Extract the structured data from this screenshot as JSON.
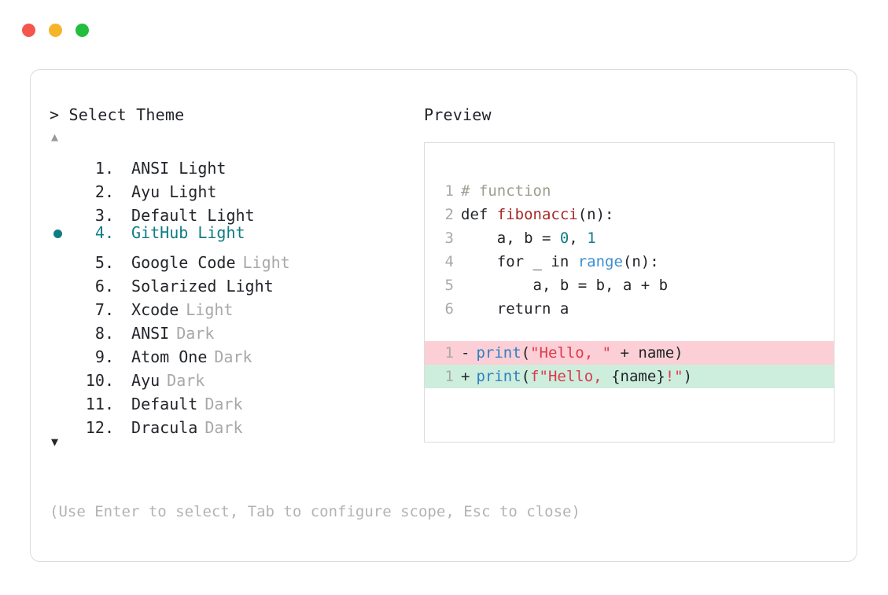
{
  "window": {
    "traffic_lights": [
      {
        "name": "close",
        "color": "#f4564e"
      },
      {
        "name": "minimize",
        "color": "#f6b42b"
      },
      {
        "name": "maximize",
        "color": "#23bd3f"
      }
    ]
  },
  "left_panel": {
    "prompt": "> Select Theme",
    "scroll_up": "▲",
    "scroll_down": "▼",
    "selected_index": 4,
    "items": [
      {
        "index": "1.",
        "name": "ANSI Light",
        "variant": ""
      },
      {
        "index": "2.",
        "name": "Ayu Light",
        "variant": ""
      },
      {
        "index": "3.",
        "name": "Default Light",
        "variant": ""
      },
      {
        "index": "4.",
        "name": "GitHub Light",
        "variant": ""
      },
      {
        "index": "5.",
        "name": "Google Code",
        "variant": "Light"
      },
      {
        "index": "6.",
        "name": "Solarized Light",
        "variant": ""
      },
      {
        "index": "7.",
        "name": "Xcode",
        "variant": "Light"
      },
      {
        "index": "8.",
        "name": "ANSI",
        "variant": "Dark"
      },
      {
        "index": "9.",
        "name": "Atom One",
        "variant": "Dark"
      },
      {
        "index": "10.",
        "name": "Ayu",
        "variant": "Dark"
      },
      {
        "index": "11.",
        "name": "Default",
        "variant": "Dark"
      },
      {
        "index": "12.",
        "name": "Dracula",
        "variant": "Dark"
      }
    ],
    "hint": "(Use Enter to select, Tab to configure scope, Esc to close)"
  },
  "right_panel": {
    "title": "Preview",
    "code_lines": [
      {
        "no": "1",
        "tokens": [
          {
            "t": "# function",
            "c": "comment"
          }
        ]
      },
      {
        "no": "2",
        "tokens": [
          {
            "t": "def ",
            "c": "plain"
          },
          {
            "t": "fibonacci",
            "c": "fn"
          },
          {
            "t": "(n):",
            "c": "plain"
          }
        ]
      },
      {
        "no": "3",
        "tokens": [
          {
            "t": "    a, b = ",
            "c": "plain"
          },
          {
            "t": "0",
            "c": "num"
          },
          {
            "t": ", ",
            "c": "plain"
          },
          {
            "t": "1",
            "c": "num"
          }
        ]
      },
      {
        "no": "4",
        "tokens": [
          {
            "t": "    for _ in ",
            "c": "plain"
          },
          {
            "t": "range",
            "c": "builtin"
          },
          {
            "t": "(n):",
            "c": "plain"
          }
        ]
      },
      {
        "no": "5",
        "tokens": [
          {
            "t": "        a, b = b, a + b",
            "c": "plain"
          }
        ]
      },
      {
        "no": "6",
        "tokens": [
          {
            "t": "    return a",
            "c": "plain"
          }
        ]
      }
    ],
    "diff_lines": [
      {
        "no": "1",
        "sign": "-",
        "kind": "del",
        "tokens": [
          {
            "t": "print",
            "c": "print"
          },
          {
            "t": "(",
            "c": "plain"
          },
          {
            "t": "\"Hello, \"",
            "c": "str"
          },
          {
            "t": " + name)",
            "c": "plain"
          }
        ]
      },
      {
        "no": "1",
        "sign": "+",
        "kind": "add",
        "tokens": [
          {
            "t": "print",
            "c": "print"
          },
          {
            "t": "(",
            "c": "plain"
          },
          {
            "t": "f\"Hello, ",
            "c": "str"
          },
          {
            "t": "{name}",
            "c": "plain"
          },
          {
            "t": "!\"",
            "c": "str"
          },
          {
            "t": ")",
            "c": "plain"
          }
        ]
      }
    ]
  },
  "colors": {
    "accent": "#0f7c85",
    "muted": "#a8a8a8",
    "text": "#22252a",
    "diff_del_bg": "#fbcfd5",
    "diff_add_bg": "#cdeedd",
    "border": "#dcdcdc"
  }
}
